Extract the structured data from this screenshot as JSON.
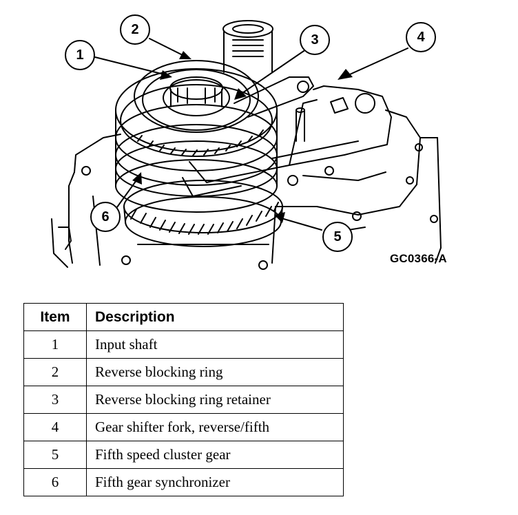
{
  "figure": {
    "code": "GC0366-A",
    "callouts": [
      "1",
      "2",
      "3",
      "4",
      "5",
      "6"
    ]
  },
  "legend": {
    "headers": {
      "item": "Item",
      "description": "Description"
    },
    "rows": [
      {
        "item": "1",
        "description": "Input shaft"
      },
      {
        "item": "2",
        "description": "Reverse blocking ring"
      },
      {
        "item": "3",
        "description": "Reverse blocking ring retainer"
      },
      {
        "item": "4",
        "description": "Gear shifter fork, reverse/fifth"
      },
      {
        "item": "5",
        "description": "Fifth speed cluster gear"
      },
      {
        "item": "6",
        "description": "Fifth gear synchronizer"
      }
    ]
  }
}
